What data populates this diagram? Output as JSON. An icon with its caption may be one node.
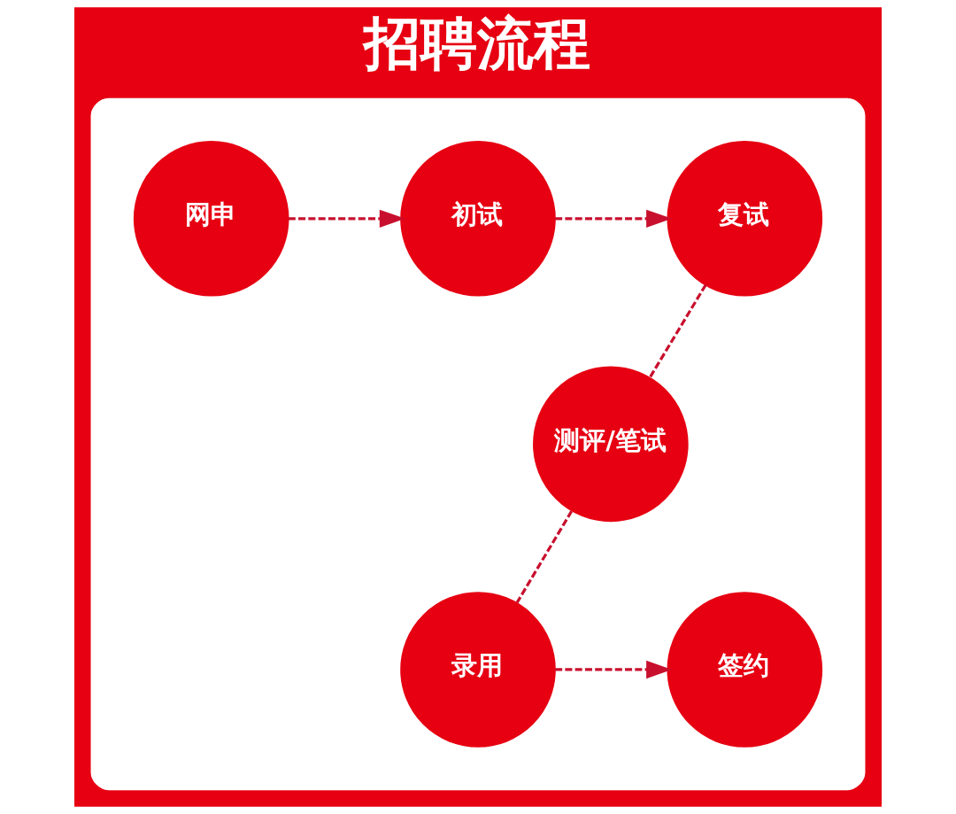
{
  "diagram": {
    "title": "招聘流程",
    "nodes": [
      {
        "text": [],
        "shape": "box"
      },
      {
        "text": [
          "网申"
        ],
        "in": 0
      },
      {
        "text": [
          "初试"
        ],
        "in": 0
      },
      {
        "text": [
          "复试"
        ],
        "in": 0
      },
      {
        "text": [
          "测评/笔试"
        ],
        "in": 0
      },
      {
        "text": [
          "录用"
        ],
        "in": 0
      },
      {
        "text": [
          "签约"
        ],
        "in": 0
      }
    ],
    "edges": [
      {
        "from": 1,
        "to": 2,
        "arrow": "to",
        "style": "dashed"
      },
      {
        "from": 2,
        "to": 3,
        "arrow": "to",
        "style": "dashed"
      },
      {
        "from": 3,
        "to": 4,
        "arrow": "none",
        "style": "dashed"
      },
      {
        "from": 4,
        "to": 5,
        "arrow": "none",
        "style": "dashed"
      },
      {
        "from": 5,
        "to": 6,
        "arrow": "to",
        "style": "dashed"
      }
    ]
  }
}
